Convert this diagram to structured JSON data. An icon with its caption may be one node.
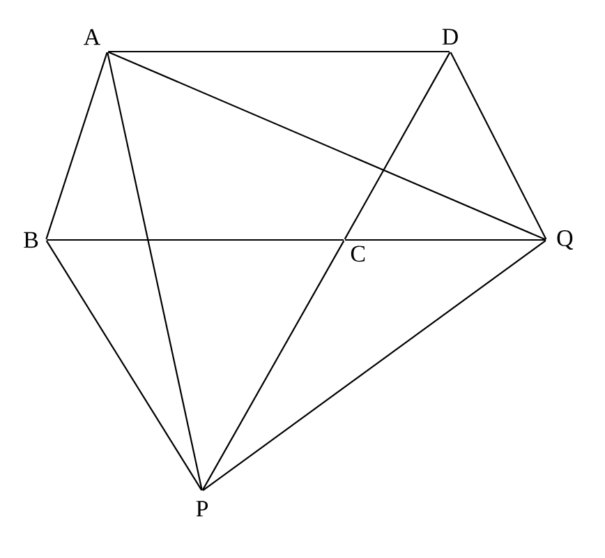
{
  "diagram": {
    "nodes": [
      {
        "text": [
          "A"
        ]
      },
      {
        "text": [
          "D"
        ]
      },
      {
        "text": [
          "B"
        ]
      },
      {
        "text": [
          "C"
        ]
      },
      {
        "text": [
          "Q"
        ]
      },
      {
        "text": [
          "P"
        ]
      }
    ],
    "edges": [
      {
        "from": 0,
        "to": 1,
        "arrow": "none"
      },
      {
        "from": 0,
        "to": 2,
        "arrow": "none"
      },
      {
        "from": 0,
        "to": 5,
        "arrow": "none"
      },
      {
        "from": 0,
        "to": 4,
        "arrow": "none"
      },
      {
        "from": 1,
        "to": 3,
        "arrow": "none"
      },
      {
        "from": 3,
        "to": 5,
        "arrow": "none"
      },
      {
        "from": 1,
        "to": 4,
        "arrow": "none"
      },
      {
        "from": 2,
        "to": 3,
        "arrow": "none"
      },
      {
        "from": 3,
        "to": 4,
        "arrow": "none"
      },
      {
        "from": 2,
        "to": 5,
        "arrow": "none"
      },
      {
        "from": 5,
        "to": 4,
        "arrow": "none"
      }
    ]
  }
}
